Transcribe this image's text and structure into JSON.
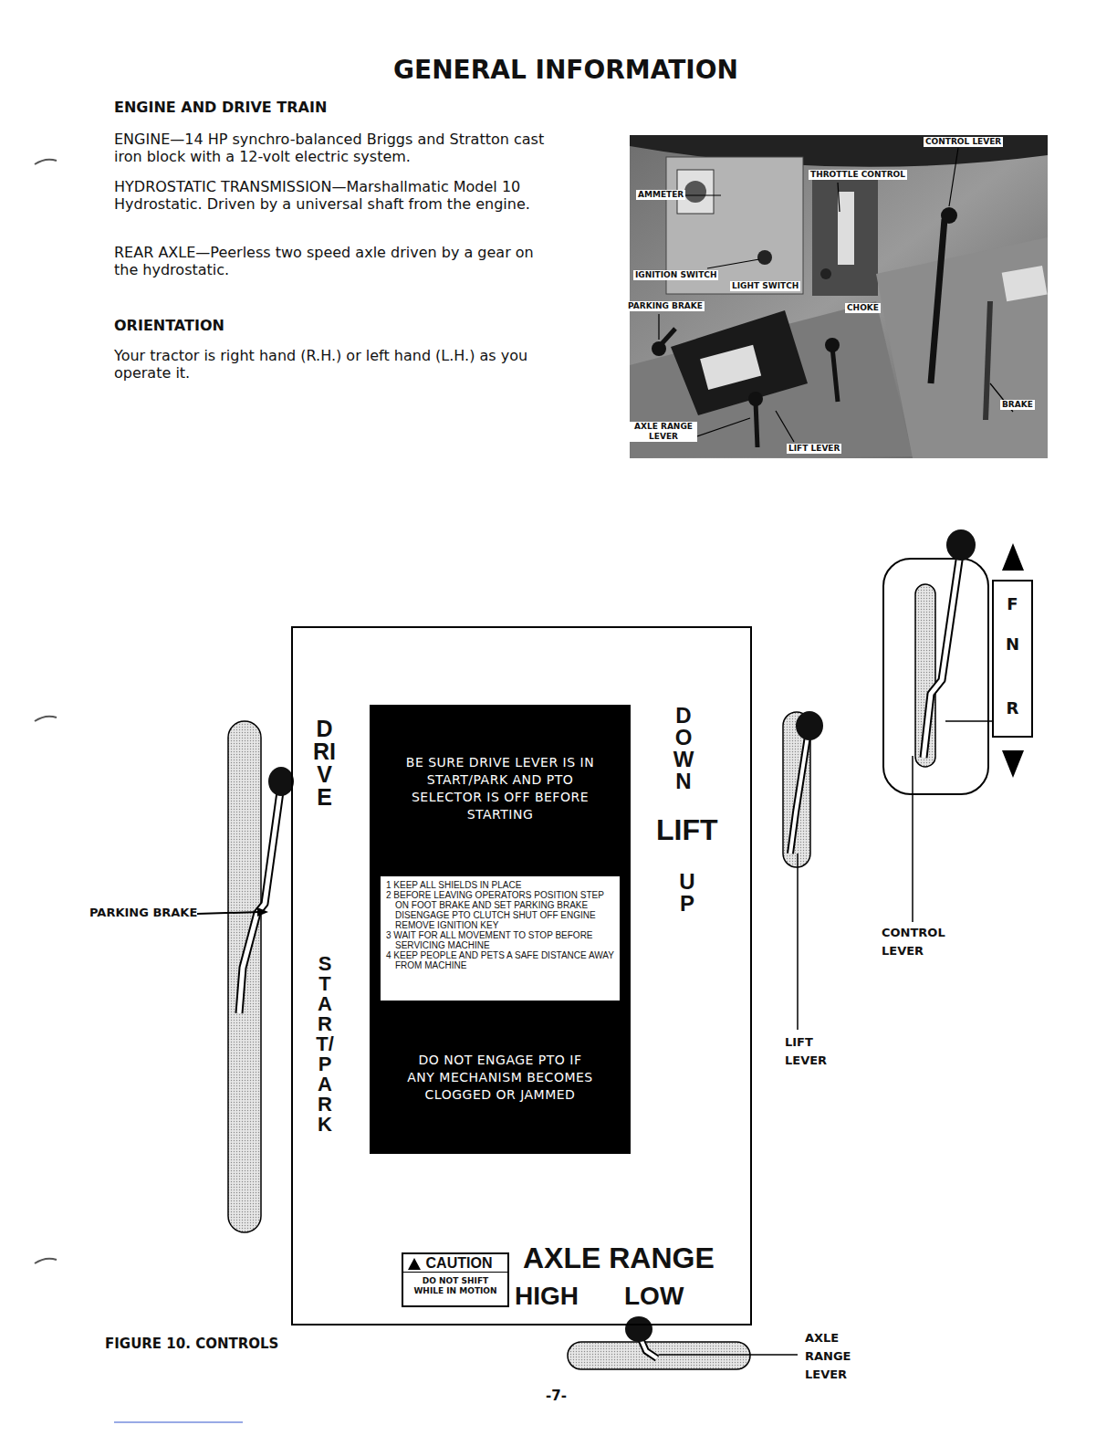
{
  "diagram": {
    "title": "GENERAL INFORMATION",
    "caption": "FIGURE 10. CONTROLS",
    "nodes": [
      {
        "text": [
          "DRIVE",
          "START/PARK",
          "DOWN",
          "LIFT",
          "UP",
          "AXLE RANGE",
          "HIGH",
          "LOW"
        ]
      },
      {
        "text": [
          "BE SURE DRIVE LEVER IS IN START/PARK AND PTO SELECTOR IS OFF BEFORE STARTING",
          "DO NOT ENGAGE PTO IF ANY MECHANISM BECOMES CLOGGED OR JAMMED"
        ],
        "in": 0
      },
      {
        "text": [
          "1 KEEP ALL SHIELDS IN PLACE",
          "2 BEFORE LEAVING OPERATORS POSITION STEP ON FOOT BRAKE AND SET PARKING BRAKE DISENGAGE PTO CLUTCH SHUT OFF ENGINE REMOVE IGNITION KEY",
          "3 WAIT FOR ALL MOVEMENT TO STOP BEFORE SERVICING MACHINE",
          "4 KEEP PEOPLE AND PETS A SAFE DISTANCE AWAY FROM MACHINE"
        ],
        "in": 1
      },
      {
        "text": [
          "CAUTION",
          "DO NOT SHIFT WHILE IN MOTION"
        ],
        "in": 0
      },
      {
        "text": [
          "F",
          "N",
          "R"
        ]
      }
    ],
    "labels": [
      "ENGINE AND DRIVE TRAIN",
      "ENGINE—14 HP synchro-balanced Briggs and Stratton cast iron block with a 12-volt electric system.",
      "HYDROSTATIC TRANSMISSION—Marshallmatic Model 10 Hydrostatic. Driven by a universal shaft from the engine.",
      "REAR AXLE—Peerless two speed axle driven by a gear on the hydrostatic.",
      "ORIENTATION",
      "Your tractor is right hand (R.H.) or left hand (L.H.) as you operate it.",
      "CONTROL LEVER",
      "THROTTLE CONTROL",
      "AMMETER",
      "IGNITION SWITCH",
      "LIGHT SWITCH",
      "PARKING BRAKE",
      "CHOKE",
      "AXLE RANGE LEVER",
      "LIFT LEVER",
      "BRAKE",
      "PARKING BRAKE",
      "LIFT LEVER",
      "CONTROL LEVER",
      "AXLE RANGE LEVER",
      "-7-"
    ]
  }
}
